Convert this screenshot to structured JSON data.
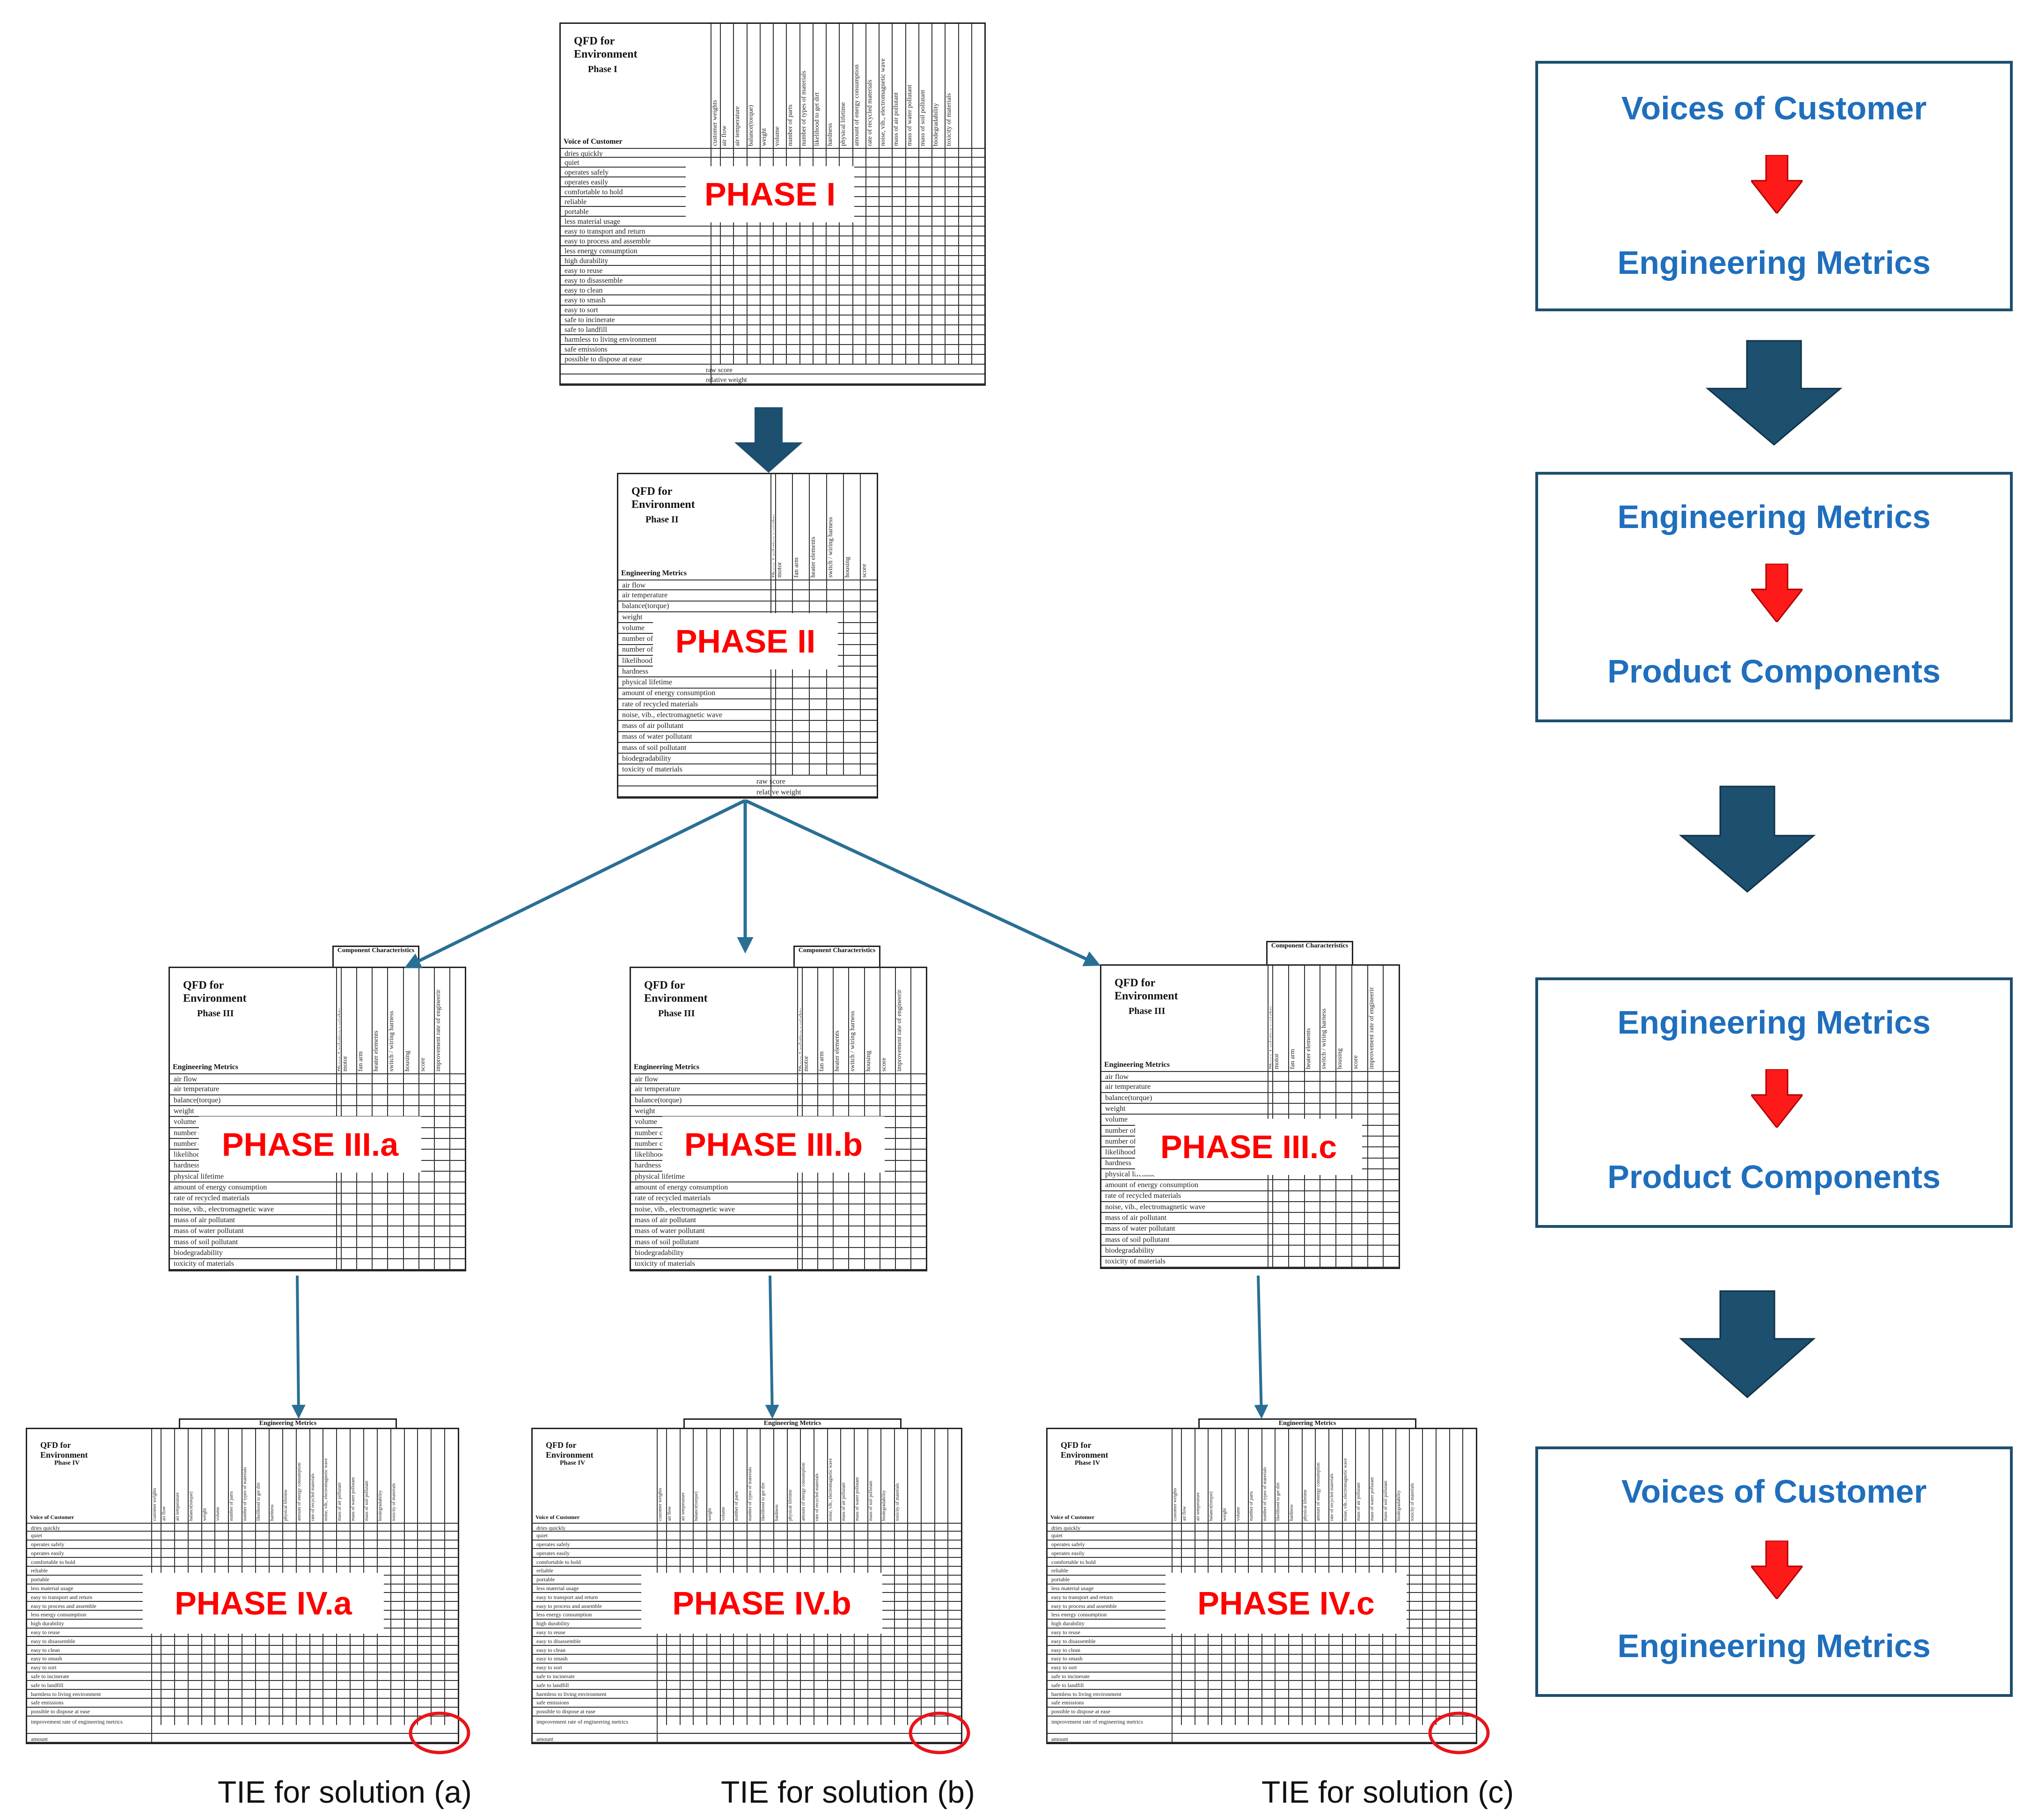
{
  "sheet_common": {
    "title_line1": "QFD for",
    "title_line2": "Environment",
    "eng_metrics_header": "Engineering Metrics",
    "component_header": "Component Characteristics",
    "voice_of_customer": "Voice of Customer",
    "engineering_metrics_label": "Engineering Metrics",
    "raw_score": "raw score",
    "relative_weight": "relative weight",
    "customer_weights": "customer weights",
    "phase1_relative_weights": "Phase 1 relative weights",
    "score": "score",
    "improvement_rate": "improvement rate of engineering metrics",
    "amount": "amount"
  },
  "sheets": {
    "p1": {
      "phase_text": "Phase I",
      "label": "PHASE I"
    },
    "p2": {
      "phase_text": "Phase II",
      "label": "PHASE II"
    },
    "p3a": {
      "phase_text": "Phase III",
      "label": "PHASE III.a"
    },
    "p3b": {
      "phase_text": "Phase III",
      "label": "PHASE III.b"
    },
    "p3c": {
      "phase_text": "Phase III",
      "label": "PHASE III.c"
    },
    "p4a": {
      "phase_text": "Phase IV",
      "label": "PHASE IV.a"
    },
    "p4b": {
      "phase_text": "Phase IV",
      "label": "PHASE IV.b"
    },
    "p4c": {
      "phase_text": "Phase IV",
      "label": "PHASE IV.c"
    }
  },
  "voc_rows": [
    "dries quickly",
    "quiet",
    "operates safely",
    "operates easily",
    "comfortable to hold",
    "reliable",
    "portable",
    "less material usage",
    "easy to transport and return",
    "easy to process and assemble",
    "less energy consumption",
    "high durability",
    "easy to reuse",
    "easy to disassemble",
    "easy to clean",
    "easy to smash",
    "easy to sort",
    "safe to incinerate",
    "safe to landfill",
    "harmless to living environment",
    "safe emissions",
    "possible to dispose at ease"
  ],
  "metric_rows": [
    "air flow",
    "air temperature",
    "balance(torque)",
    "weight",
    "volume",
    "number of parts",
    "number of types of materials",
    "likelihood to get dirt",
    "hardness",
    "physical lifetime",
    "amount of energy consumption",
    "rate of recycled materials",
    "noise, vib., electromagnetic wave",
    "mass of air pollutant",
    "mass of water pollutant",
    "mass of soil pollutant",
    "biodegradability",
    "toxicity of materials"
  ],
  "component_cols": [
    "motor",
    "fan arm",
    "heater elements",
    "switch / wiring harness",
    "housing"
  ],
  "right_boxes": [
    {
      "top": "Voices of Customer",
      "bottom": "Engineering Metrics"
    },
    {
      "top": "Engineering Metrics",
      "bottom": "Product Components"
    },
    {
      "top": "Engineering Metrics",
      "bottom": "Product Components"
    },
    {
      "top": "Voices of Customer",
      "bottom": "Engineering Metrics"
    }
  ],
  "tie_labels": [
    "TIE for solution (a)",
    "TIE for solution (b)",
    "TIE for solution (c)"
  ],
  "colors": {
    "arrow": "#1d4f6e",
    "flow_arrow": "#2a6f95",
    "phase_label": "#ff0000",
    "box_text": "#1f6fbd",
    "red_arrow": "#ff1a1a",
    "circle": "#e8141a"
  }
}
